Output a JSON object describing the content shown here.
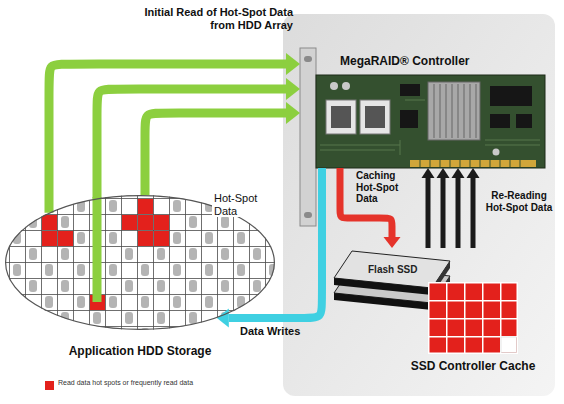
{
  "diagram": {
    "nodes": [
      {
        "text": [
          "MegaRAID® Controller"
        ]
      },
      {
        "text": [
          "Application HDD Storage"
        ]
      },
      {
        "text": [
          "Flash SSD",
          "SSD Controller Cache"
        ]
      }
    ],
    "edges": [
      {
        "from": 1,
        "to": 0,
        "arrow": "to",
        "label": "Initial Read of Hot-Spot Data from HDD Array"
      },
      {
        "from": 1,
        "to": 0,
        "arrow": "to"
      },
      {
        "from": 1,
        "to": 0,
        "arrow": "to"
      },
      {
        "from": 0,
        "to": 2,
        "arrow": "to",
        "label": "Caching Hot-Spot Data"
      },
      {
        "from": 2,
        "to": 0,
        "arrow": "to",
        "label": "Re-Reading Hot-Spot Data"
      },
      {
        "from": 2,
        "to": 0,
        "arrow": "to"
      },
      {
        "from": 2,
        "to": 0,
        "arrow": "to"
      },
      {
        "from": 2,
        "to": 0,
        "arrow": "to"
      },
      {
        "from": 0,
        "to": 1,
        "arrow": "to",
        "label": "Data Writes"
      }
    ],
    "labels": [
      "Hot-Spot Data"
    ],
    "legend": [
      {
        "text": "Read data hot spots or frequently read data",
        "color": "#e3211c"
      }
    ]
  }
}
